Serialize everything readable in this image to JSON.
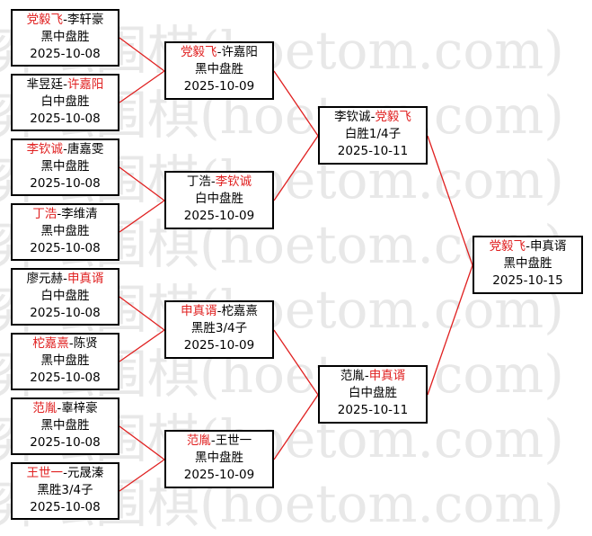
{
  "watermark": [
    "弈坛围棋(hoetom.com)",
    "弈坛围棋(hoetom.com)",
    "弈坛围棋(hoetom.com)",
    "弈坛围棋(hoetom.com)",
    "弈坛围棋(hoetom.com)",
    "弈坛围棋(hoetom.com)",
    "弈坛围棋(hoetom.com)",
    "弈坛围棋(hoetom.com)"
  ],
  "colors": {
    "winner": "#e02020",
    "line": "#e02020",
    "border": "#000000"
  },
  "round1": [
    {
      "p1": "党毅飞",
      "p2": "李轩豪",
      "winner": 1,
      "result": "黑中盘胜",
      "date": "2025-10-08"
    },
    {
      "p1": "芈昱廷",
      "p2": "许嘉阳",
      "winner": 2,
      "result": "白中盘胜",
      "date": "2025-10-08"
    },
    {
      "p1": "李钦诚",
      "p2": "唐嘉雯",
      "winner": 1,
      "result": "黑中盘胜",
      "date": "2025-10-08"
    },
    {
      "p1": "丁浩",
      "p2": "李维清",
      "winner": 1,
      "result": "黑中盘胜",
      "date": "2025-10-08"
    },
    {
      "p1": "廖元赫",
      "p2": "申真谞",
      "winner": 2,
      "result": "白中盘胜",
      "date": "2025-10-08"
    },
    {
      "p1": "柁嘉熹",
      "p2": "陈贤",
      "winner": 1,
      "result": "黑中盘胜",
      "date": "2025-10-08"
    },
    {
      "p1": "范胤",
      "p2": "辜梓豪",
      "winner": 1,
      "result": "黑中盘胜",
      "date": "2025-10-08"
    },
    {
      "p1": "王世一",
      "p2": "元晟溱",
      "winner": 1,
      "result": "黑胜3/4子",
      "date": "2025-10-08"
    }
  ],
  "round2": [
    {
      "p1": "党毅飞",
      "p2": "许嘉阳",
      "winner": 1,
      "result": "黑中盘胜",
      "date": "2025-10-09"
    },
    {
      "p1": "丁浩",
      "p2": "李钦诚",
      "winner": 2,
      "result": "白中盘胜",
      "date": "2025-10-09"
    },
    {
      "p1": "申真谞",
      "p2": "柁嘉熹",
      "winner": 1,
      "result": "黑胜3/4子",
      "date": "2025-10-09"
    },
    {
      "p1": "范胤",
      "p2": "王世一",
      "winner": 1,
      "result": "黑中盘胜",
      "date": "2025-10-09"
    }
  ],
  "round3": [
    {
      "p1": "李钦诚",
      "p2": "党毅飞",
      "winner": 2,
      "result": "白胜1/4子",
      "date": "2025-10-11"
    },
    {
      "p1": "范胤",
      "p2": "申真谞",
      "winner": 2,
      "result": "白中盘胜",
      "date": "2025-10-11"
    }
  ],
  "final": [
    {
      "p1": "党毅飞",
      "p2": "申真谞",
      "winner": 1,
      "result": "黑中盘胜",
      "date": "2025-10-15"
    }
  ]
}
